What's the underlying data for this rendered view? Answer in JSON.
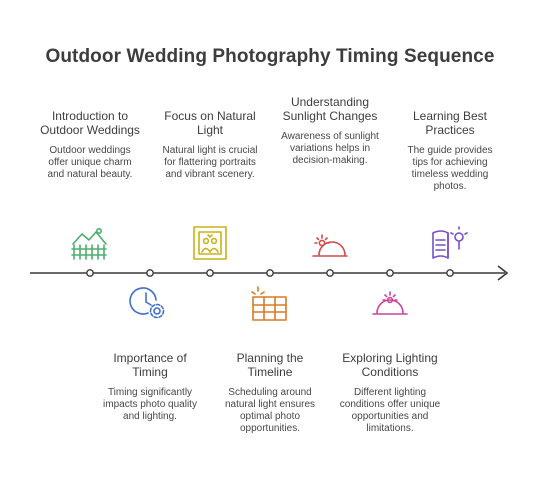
{
  "title": "Outdoor Wedding Photography Timing Sequence",
  "colors": {
    "intro": "#4caf6d",
    "timing": "#3f6fcf",
    "light": "#c9b21a",
    "timeline": "#d97a26",
    "sunlight": "#d14a4a",
    "conditions": "#c8449c",
    "practices": "#7a4fc4",
    "axis": "#3a3a3a"
  },
  "steps": [
    {
      "heading": "Introduction to Outdoor Weddings",
      "description": "Outdoor weddings offer unique charm and natural beauty.",
      "icon": "landscape-fence-icon"
    },
    {
      "heading": "Importance of Timing",
      "description": "Timing significantly impacts photo quality and lighting.",
      "icon": "clock-gear-icon"
    },
    {
      "heading": "Focus on Natural Light",
      "description": "Natural light is crucial for flattering portraits and vibrant scenery.",
      "icon": "photo-frame-icon"
    },
    {
      "heading": "Planning the Timeline",
      "description": "Scheduling around natural light ensures optimal photo opportunities.",
      "icon": "sun-calendar-icon"
    },
    {
      "heading": "Understanding Sunlight Changes",
      "description": "Awareness of sunlight variations helps in decision-making.",
      "icon": "sunset-icon"
    },
    {
      "heading": "Exploring Lighting Conditions",
      "description": "Different lighting conditions offer unique opportunities and limitations.",
      "icon": "sunrise-icon"
    },
    {
      "heading": "Learning Best Practices",
      "description": "The guide provides tips for achieving timeless wedding photos.",
      "icon": "book-bulb-icon"
    }
  ]
}
